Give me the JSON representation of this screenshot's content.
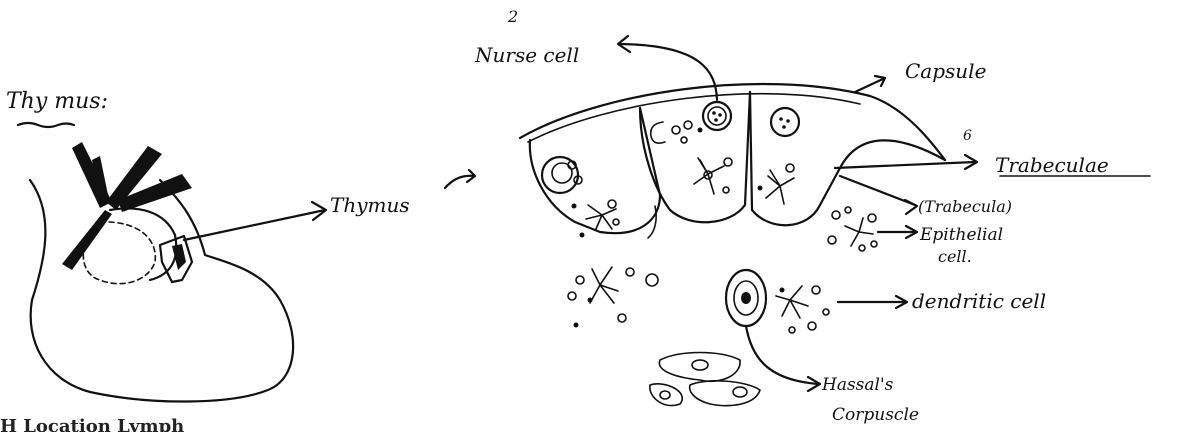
{
  "page_number": "2",
  "section_number": "6",
  "left_figure": {
    "title": "Thy mus:",
    "arrow_label": "Thymus"
  },
  "right_figure": {
    "labels": {
      "nurse_cell": "Nurse cell",
      "capsule": "Capsule",
      "trabeculae": "Trabeculae",
      "trabecula": "(Trabecula)",
      "epithelial_cell_line1": "Epithelial",
      "epithelial_cell_line2": "cell.",
      "dendritic_cell": "dendritic cell",
      "hassals_line1": "Hassal's",
      "hassals_line2": "Corpuscle"
    }
  },
  "footer_text": "H     Location   Lymph"
}
